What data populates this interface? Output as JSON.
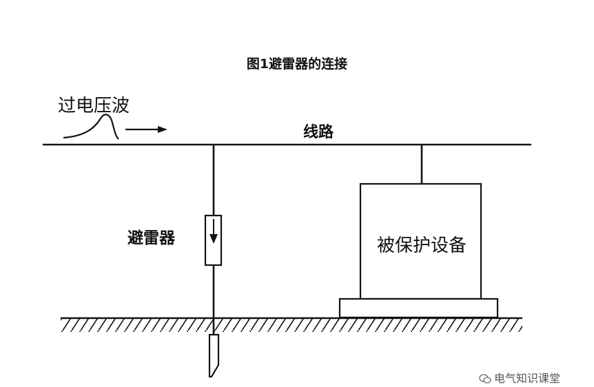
{
  "title": "图1避雷器的连接",
  "labels": {
    "overvoltage_wave": "过电压波",
    "line": "线路",
    "arrester": "避雷器",
    "protected_equipment": "被保护设备"
  },
  "watermark": {
    "text": "电气知识课堂",
    "icon": "wechat-icon"
  },
  "colors": {
    "stroke": "#111111",
    "background": "#ffffff"
  }
}
